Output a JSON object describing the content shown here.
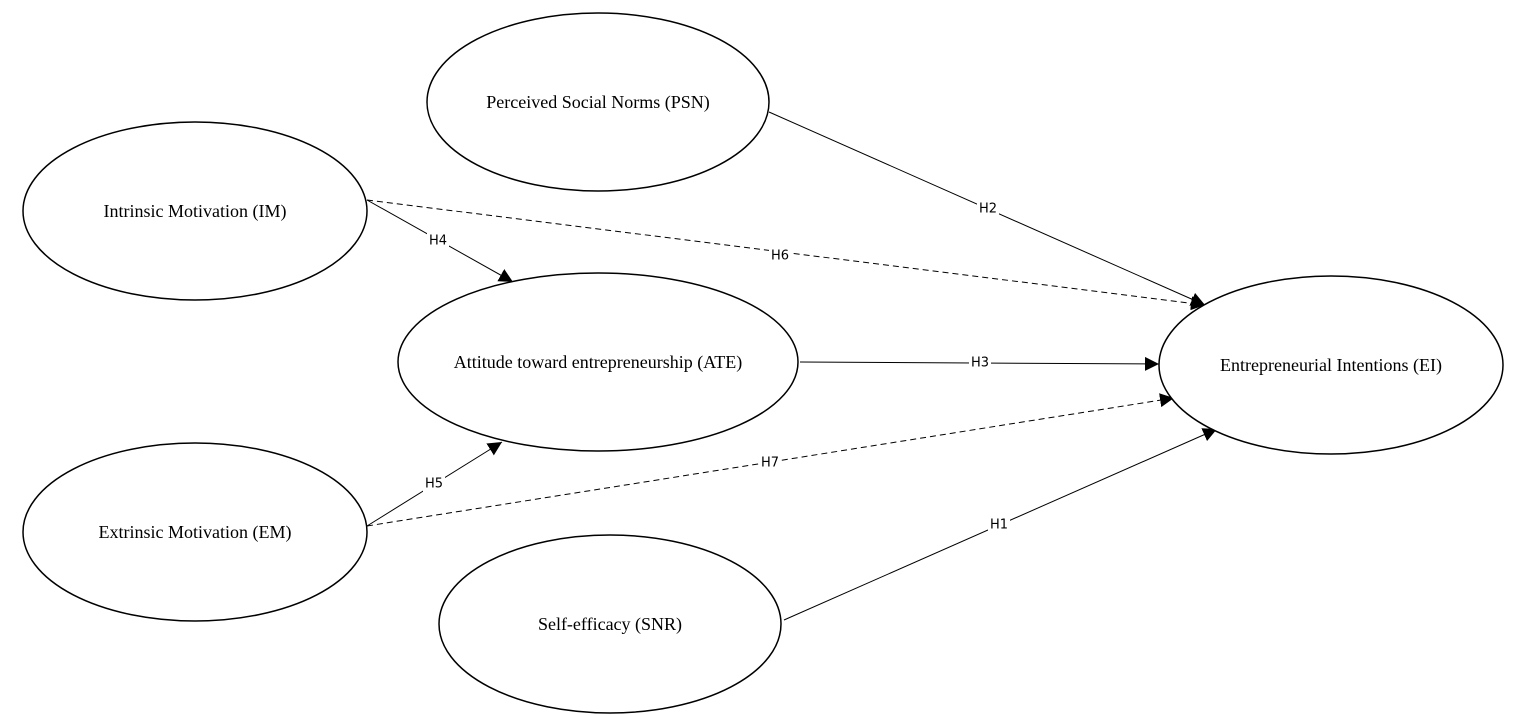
{
  "diagram": {
    "nodes": [
      {
        "id": "psn",
        "label": "Perceived Social Norms (PSN)"
      },
      {
        "id": "im",
        "label": "Intrinsic Motivation (IM)"
      },
      {
        "id": "ate",
        "label": "Attitude toward entrepreneurship (ATE)"
      },
      {
        "id": "ei",
        "label": "Entrepreneurial Intentions (EI)"
      },
      {
        "id": "em",
        "label": "Extrinsic Motivation (EM)"
      },
      {
        "id": "se",
        "label": "Self-efficacy (SNR)"
      }
    ],
    "edges": [
      {
        "id": "h2",
        "from": "psn",
        "to": "ei",
        "label": "H2",
        "style": "solid"
      },
      {
        "id": "h6",
        "from": "im",
        "to": "ei",
        "label": "H6",
        "style": "dashed"
      },
      {
        "id": "h4",
        "from": "im",
        "to": "ate",
        "label": "H4",
        "style": "solid"
      },
      {
        "id": "h3",
        "from": "ate",
        "to": "ei",
        "label": "H3",
        "style": "solid"
      },
      {
        "id": "h7",
        "from": "em",
        "to": "ei",
        "label": "H7",
        "style": "dashed"
      },
      {
        "id": "h5",
        "from": "em",
        "to": "ate",
        "label": "H5",
        "style": "solid"
      },
      {
        "id": "h1",
        "from": "se",
        "to": "ei",
        "label": "H1",
        "style": "solid"
      }
    ]
  }
}
